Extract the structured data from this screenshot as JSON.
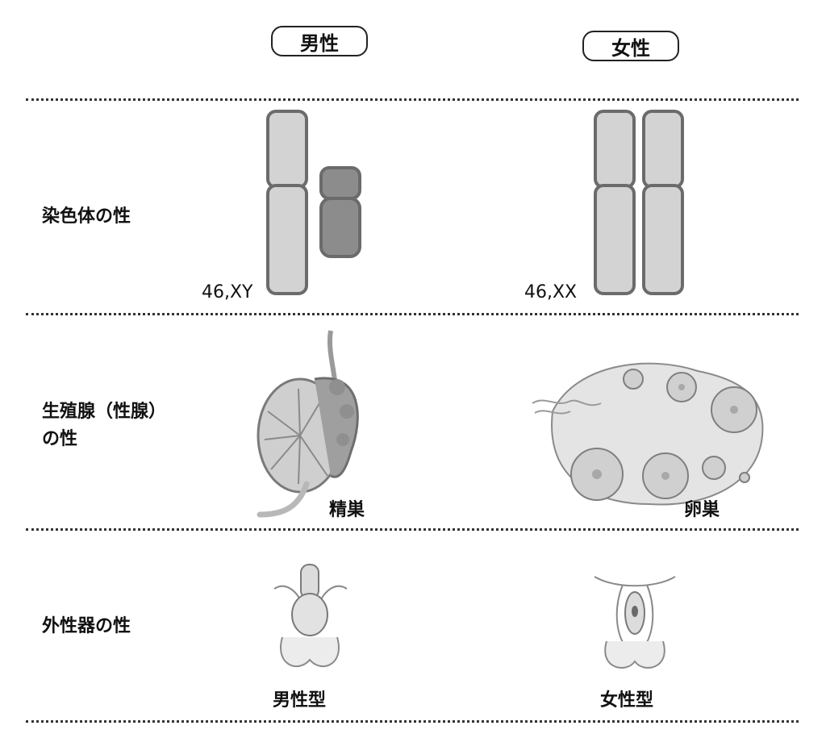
{
  "columns": {
    "male": "男性",
    "female": "女性"
  },
  "rows": {
    "chromosome": {
      "label": "染色体の性",
      "male_karyotype": "46,XY",
      "female_karyotype": "46,XX"
    },
    "gonad": {
      "label_line1": "生殖腺（性腺）",
      "label_line2": "の性",
      "male_caption": "精巣",
      "female_caption": "卵巣"
    },
    "external": {
      "label": "外性器の性",
      "male_caption": "男性型",
      "female_caption": "女性型"
    }
  },
  "colors": {
    "chromosome_fill": "#d3d3d3",
    "chromosome_stroke": "#6b6b6b",
    "y_chromosome_fill": "#8c8c8c",
    "divider": "#333333"
  }
}
